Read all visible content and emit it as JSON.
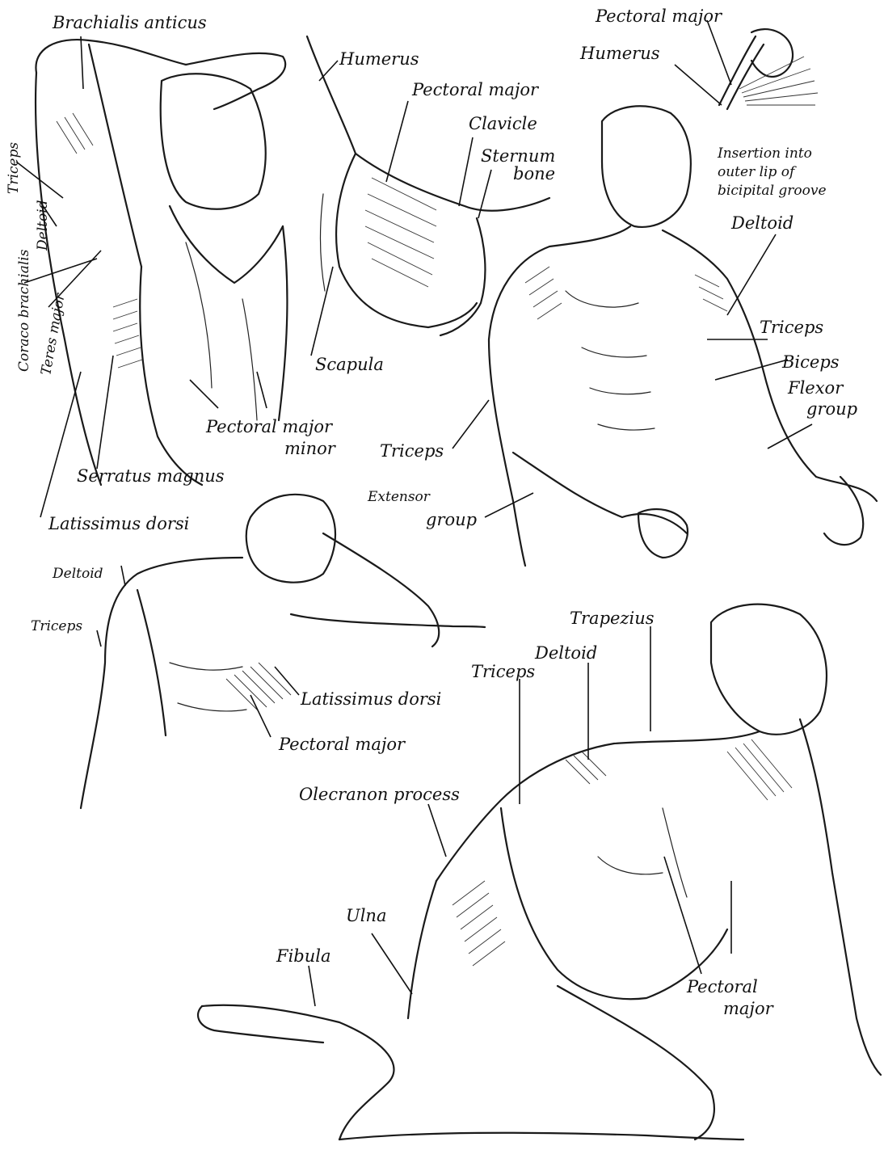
{
  "labels": {
    "brachialis_anticus": "Brachialis anticus",
    "humerus_top": "Humerus",
    "pectoral_major_top_right": "Pectoral major",
    "humerus_right": "Humerus",
    "pectoral_major_mid": "Pectoral major",
    "clavicle": "Clavicle",
    "sternum": "Sternum",
    "bone": "bone",
    "insertion_1": "Insertion into",
    "insertion_2": "outer lip of",
    "insertion_3": "bicipital groove",
    "deltoid_right": "Deltoid",
    "triceps_vertical": "Triceps",
    "deltoid_vertical": "Deltoid",
    "coraco_brachialis": "Coraco brachialis",
    "teres_major": "Teres major",
    "scapula": "Scapula",
    "triceps_right": "Triceps",
    "biceps": "Biceps",
    "flexor": "Flexor",
    "group_flexor": "group",
    "pectoral_major_minor_1": "Pectoral major",
    "pectoral_major_minor_2": "minor",
    "triceps_center": "Triceps",
    "serratus_magnus": "Serratus magnus",
    "extensor": "Extensor",
    "group_extensor": "group",
    "latissimus_dorsi_left": "Latissimus dorsi",
    "deltoid_left": "Deltoid",
    "triceps_left": "Triceps",
    "trapezius": "Trapezius",
    "deltoid_bottom": "Deltoid",
    "triceps_bottom": "Triceps",
    "latissimus_dorsi_mid": "Latissimus dorsi",
    "pectoral_major_mid_low": "Pectoral major",
    "olecranon_process": "Olecranon process",
    "ulna": "Ulna",
    "fibula": "Fibula",
    "pectoral_bottom_1": "Pectoral",
    "pectoral_bottom_2": "major"
  }
}
